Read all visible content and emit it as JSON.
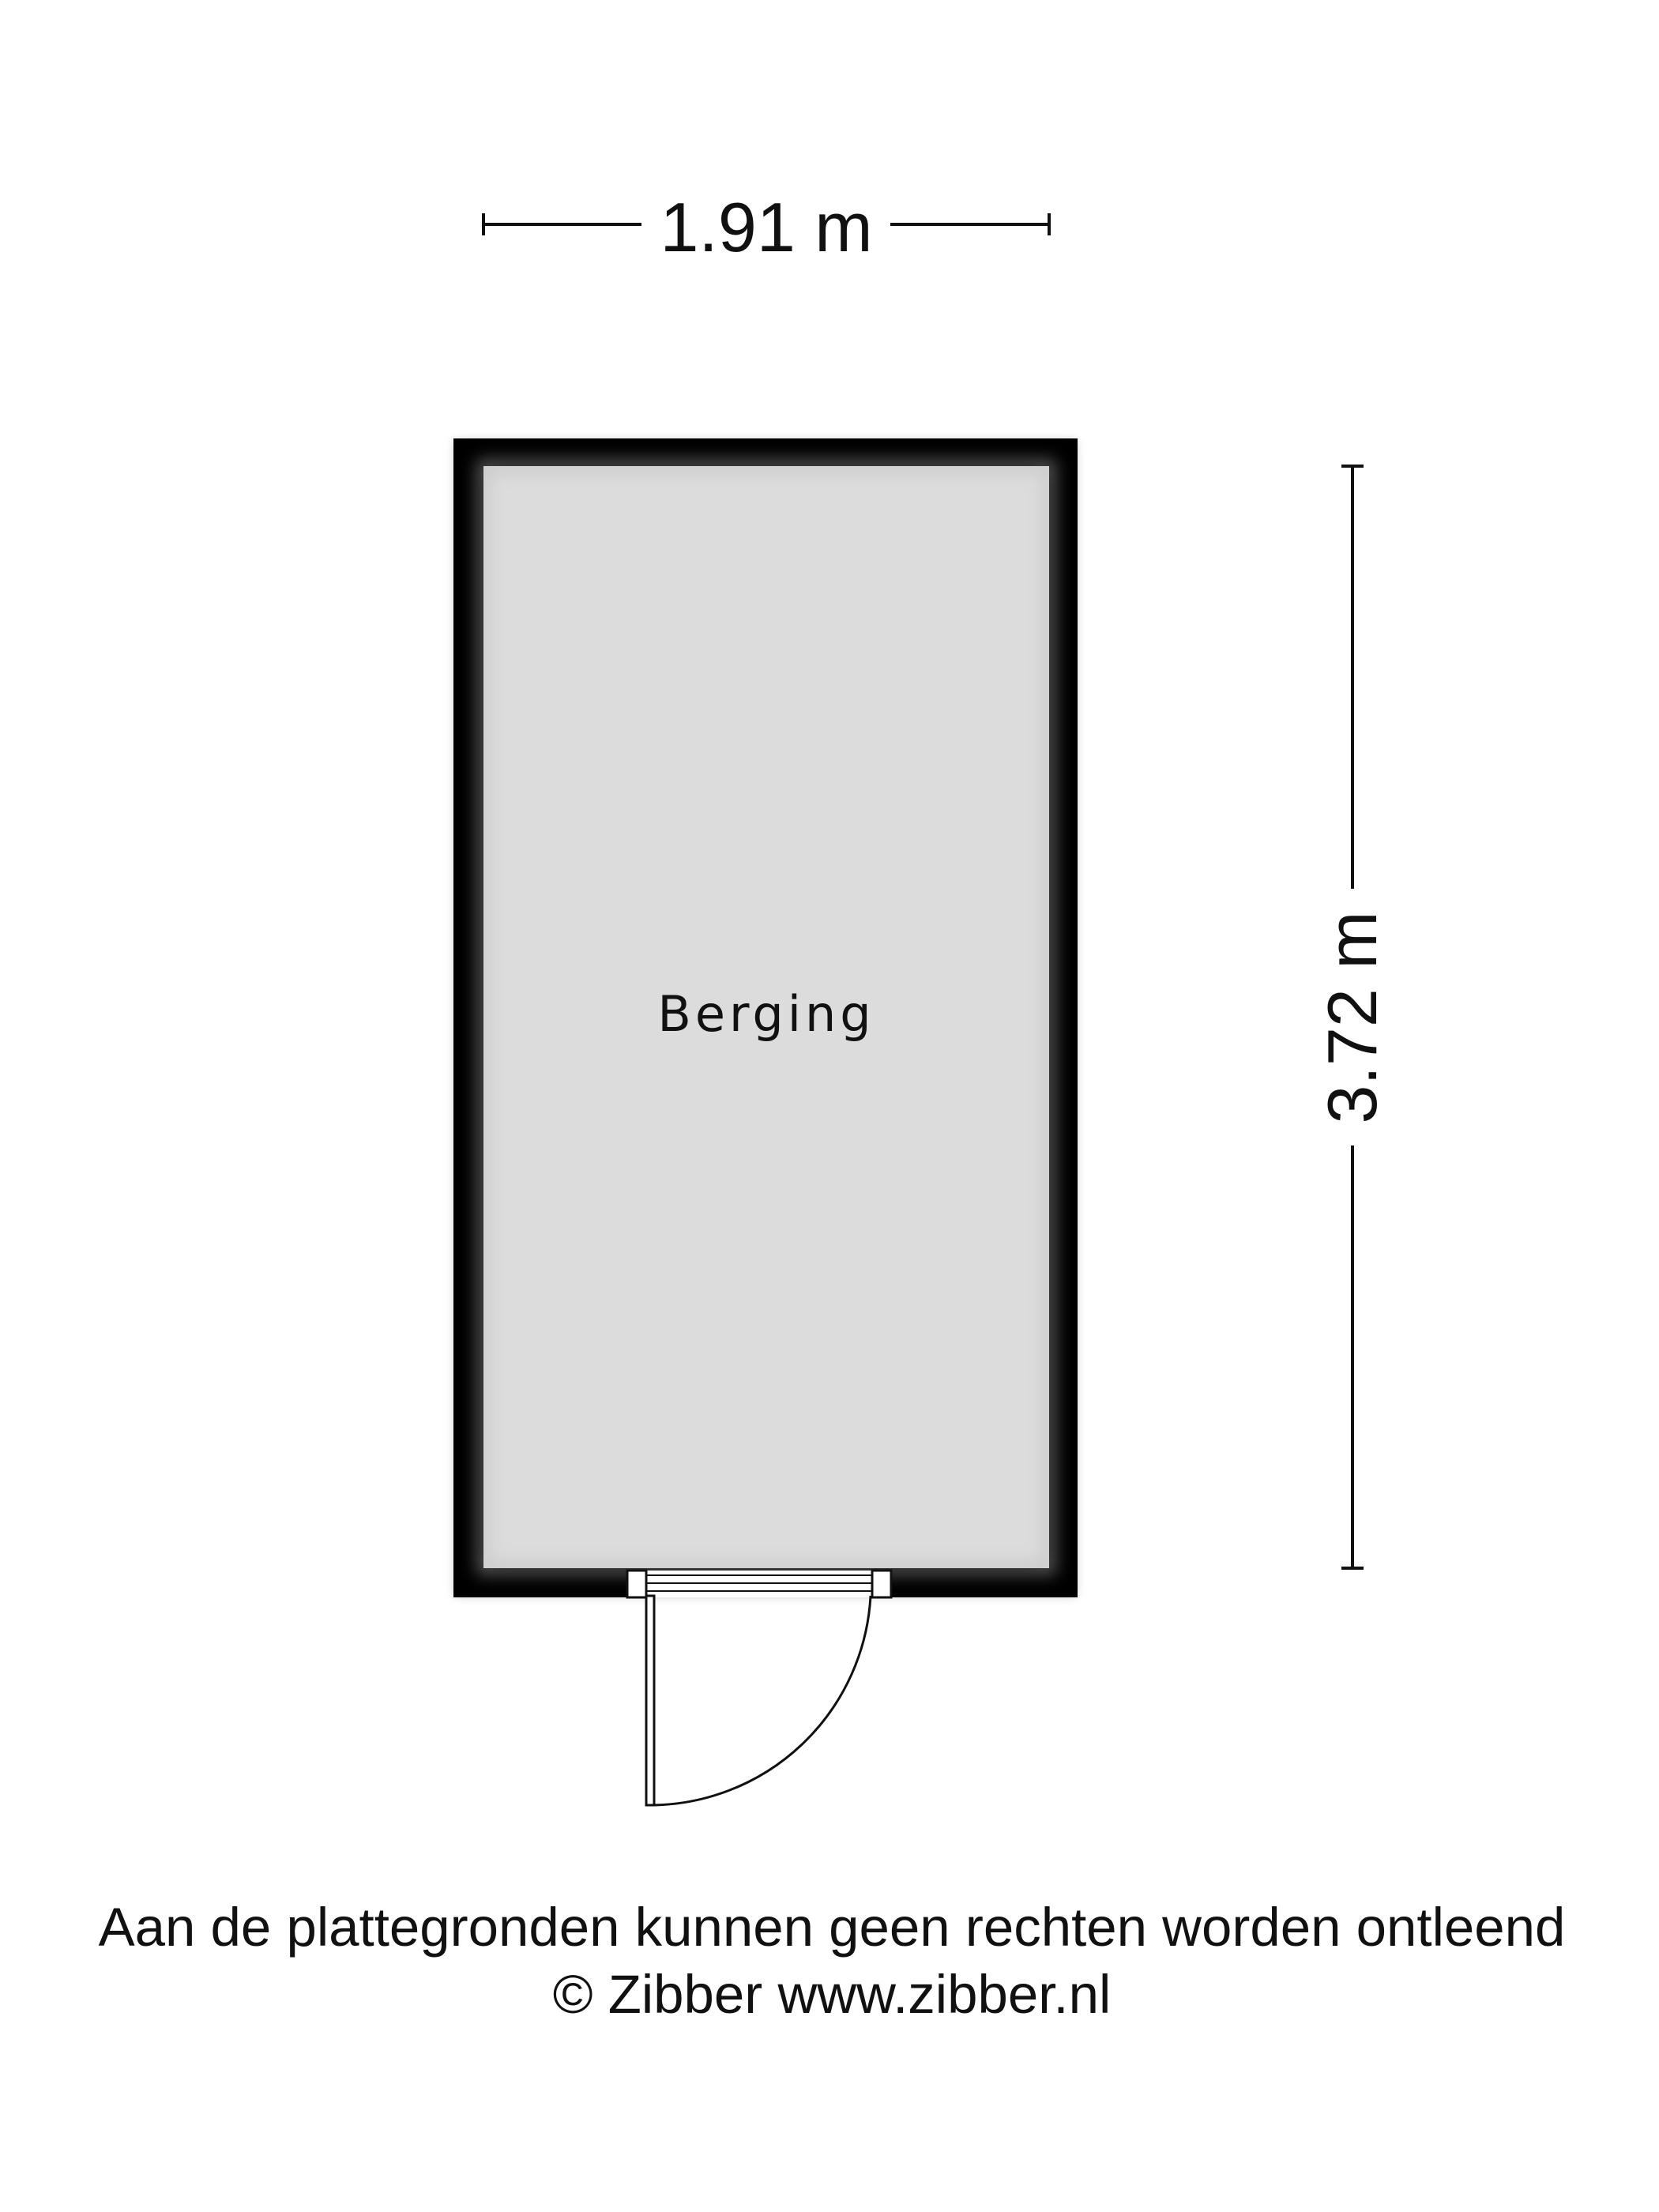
{
  "dimensions": {
    "width_label": "1.91 m",
    "height_label": "3.72 m"
  },
  "room": {
    "name": "Berging"
  },
  "footer": {
    "disclaimer": "Aan de plattegronden kunnen geen rechten worden ontleend",
    "copyright": "© Zibber www.zibber.nl"
  },
  "colors": {
    "wall": "#000000",
    "floor": "#dcdcdc",
    "line": "#111111",
    "background": "#ffffff"
  }
}
